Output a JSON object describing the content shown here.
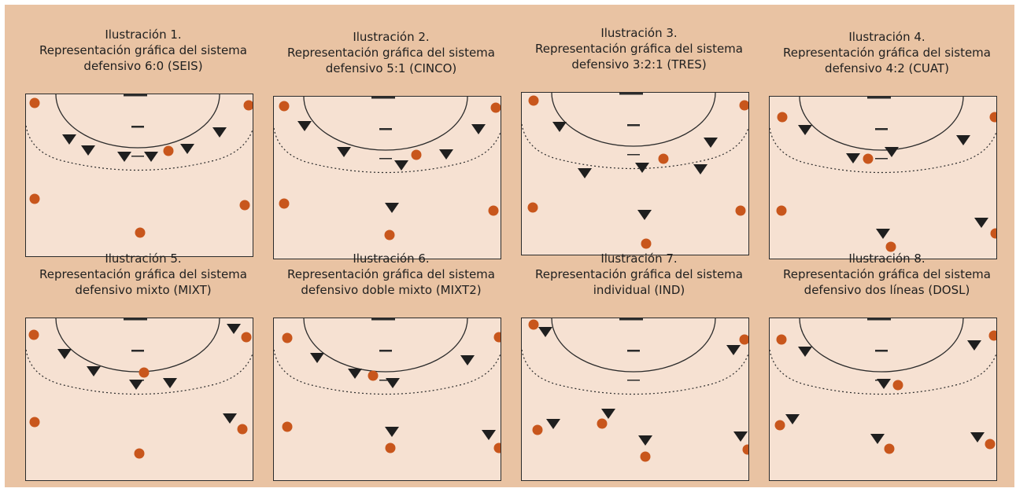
{
  "colors": {
    "background": "#e9c3a3",
    "court": "#f6e1d2",
    "line": "#2b2b2b",
    "attacker": "#c8561c",
    "defender": "#1f1f1f"
  },
  "legend_symbols": {
    "attacker": "orange-circle",
    "defender": "black-triangle"
  },
  "panels": [
    {
      "caption_line1": "Ilustración 1.",
      "caption_line2": "Representación gráfica del sistema",
      "caption_line3": "defensivo 6:0 (SEIS)"
    },
    {
      "caption_line1": "Ilustración 2.",
      "caption_line2": "Representación gráfica del sistema",
      "caption_line3": "defensivo 5:1 (CINCO)"
    },
    {
      "caption_line1": "Ilustración 3.",
      "caption_line2": "Representación gráfica del sistema",
      "caption_line3": "defensivo 3:2:1 (TRES)"
    },
    {
      "caption_line1": "Ilustración 4.",
      "caption_line2": "Representación gráfica del sistema",
      "caption_line3": "defensivo 4:2 (CUAT)"
    },
    {
      "caption_line1": "Ilustración 5.",
      "caption_line2": "Representación gráfica del sistema",
      "caption_line3": "defensivo mixto (MIXT)"
    },
    {
      "caption_line1": "Ilustración 6.",
      "caption_line2": "Representación gráfica del sistema",
      "caption_line3": "defensivo doble mixto (MIXT2)"
    },
    {
      "caption_line1": "Ilustración 7.",
      "caption_line2": "Representación gráfica del sistema",
      "caption_line3": "individual (IND)"
    },
    {
      "caption_line1": "Ilustración 8.",
      "caption_line2": "Representación gráfica del sistema",
      "caption_line3": "defensivo dos líneas (DOSL)"
    }
  ]
}
